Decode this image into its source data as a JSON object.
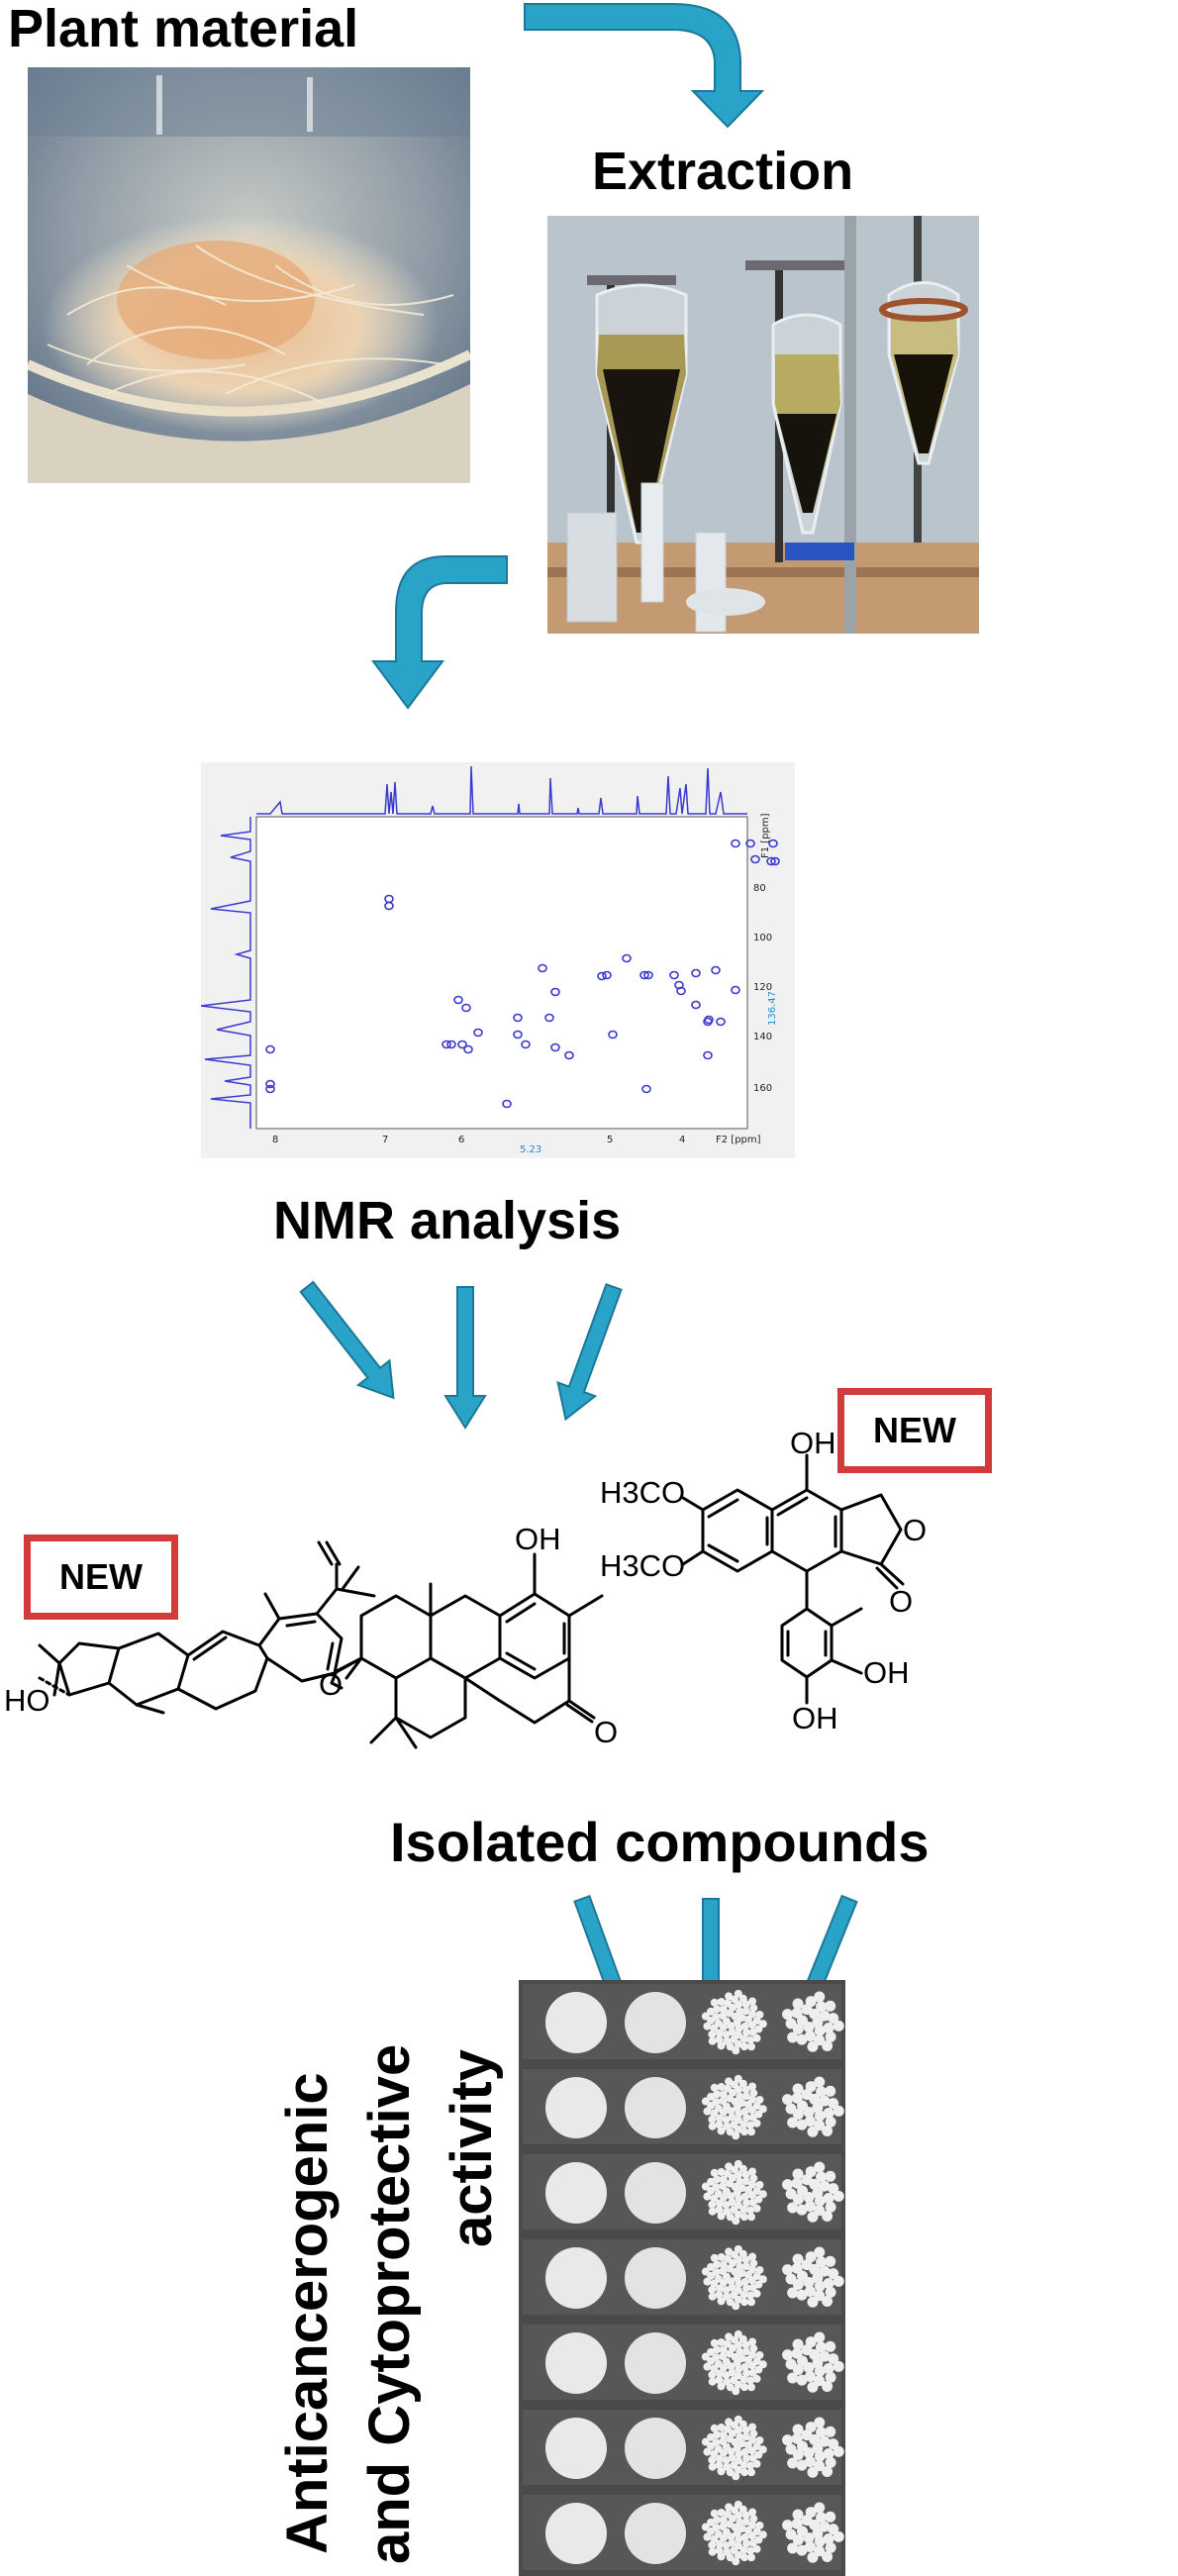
{
  "steps": {
    "plant_material": "Plant material",
    "extraction": "Extraction",
    "nmr_analysis": "NMR analysis",
    "isolated_compounds": "Isolated compounds",
    "activity_line1": "Anticancerogenic",
    "activity_line2": "and Cytoprotective",
    "activity_line3": "activity"
  },
  "badges": {
    "new_left": "NEW",
    "new_right": "NEW"
  },
  "nmr": {
    "f1_label": "F1 [ppm]",
    "f2_label": "F2 [ppm]",
    "x_ticks": [
      "8",
      "7",
      "6",
      "5",
      "4"
    ],
    "y_ticks": [
      "80",
      "100",
      "120",
      "140",
      "160"
    ],
    "cursor_x": "5.23",
    "cursor_y": "136.47"
  },
  "compounds": {
    "left": {
      "ho": "HO"
    },
    "middle": {
      "oh": "OH",
      "o_left": "O",
      "o_right": "O"
    },
    "right": {
      "h3co_top": "H3CO",
      "h3co_bottom": "H3CO",
      "oh_top": "OH",
      "o_ring": "O",
      "o_carbonyl": "O",
      "oh_r1": "OH",
      "oh_r2": "OH"
    }
  },
  "colors": {
    "arrow": "#2aa3c9",
    "arrow_edge": "#1b7896",
    "badge": "#d23b3b",
    "nmr": "#3a3ad0"
  }
}
